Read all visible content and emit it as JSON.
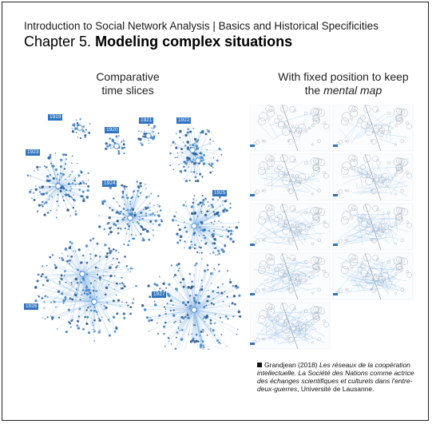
{
  "header": {
    "course": "Introduction to Social Network Analysis | Basics and Historical Specificities",
    "chapter_prefix": "Chapter 5.",
    "chapter_title": "Modeling complex situations"
  },
  "left_panel": {
    "title_line1": "Comparative",
    "title_line2": "time slices",
    "years": [
      "1919",
      "1920",
      "1921",
      "1922",
      "1923",
      "1924",
      "1925",
      "1926",
      "1927"
    ]
  },
  "right_panel": {
    "title_line1": "With fixed position to keep",
    "title_prefix": "the",
    "title_italic": "mental map"
  },
  "citation": {
    "author": "Grandjean (2018)",
    "title_italic": "Les réseaux de la coopération intellectuelle. La Société des Nations comme actrice des échanges scientifiques et culturels dans l'entre-deux-guerres",
    "publisher": ", Université de Lausanne."
  },
  "colors": {
    "node_blue": "#3a7fc8",
    "edge_blue": "#8ab8e6",
    "label_blue": "#2f74c0"
  }
}
